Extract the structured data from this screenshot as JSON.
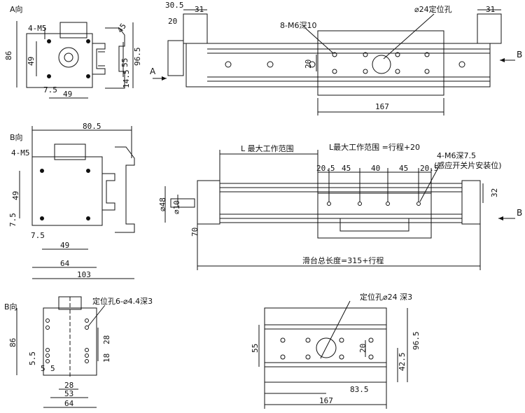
{
  "view_a": {
    "title": "A向",
    "holes": "4-M5",
    "d_86": "86",
    "d_49v": "49",
    "d_7_5": "7.5",
    "d_49h": "49",
    "d_45": "45",
    "d_55": "55",
    "d_96_5": "96.5",
    "d_14_5": "14.5"
  },
  "top_view": {
    "d_30_5": "30.5",
    "d_31_left": "31",
    "d_20": "20",
    "holes_label": "8-M6深10",
    "pin_label": "⌀24定位孔",
    "d_31_right": "31",
    "d_20_inner": "20",
    "d_167": "167",
    "arrow_a": "A",
    "arrow_b": "B"
  },
  "view_b": {
    "title": "B向",
    "holes": "4-M5",
    "d_80_5": "80.5",
    "d_49v": "49",
    "d_7_5v": "7.5",
    "d_7_5h": "7.5",
    "d_49h": "49",
    "d_64": "64",
    "d_103": "103"
  },
  "front_view": {
    "range_label": "L 最大工作范围",
    "range_formula": "L最大工作范围 =行程+20",
    "d_20_5a": "20.5",
    "d_45a": "45",
    "d_40": "40",
    "d_45b": "45",
    "d_20_5b": "20.5",
    "sensor_label": "4-M6深7.5",
    "sensor_note": "(感应开关片安装位)",
    "d_32": "32",
    "d_48": "⌀48",
    "d_10": "⌀10",
    "d_70": "70",
    "total_length": "滑台总长度=315+行程",
    "arrow_b": "B"
  },
  "bottom_b": {
    "title": "B向",
    "pin_label": "定位孔6-⌀4.4深3",
    "d_86": "86",
    "d_28v": "28",
    "d_18": "18",
    "d_5_5": "5.5",
    "d_5a": "5",
    "d_5b": "5",
    "d_28h": "28",
    "d_53": "53",
    "d_64": "64"
  },
  "plate_view": {
    "pin_label": "定位孔⌀24 深3",
    "d_55": "55",
    "d_20": "20",
    "d_96_5": "96.5",
    "d_42_5": "42.5",
    "d_83_5": "83.5",
    "d_167": "167"
  }
}
